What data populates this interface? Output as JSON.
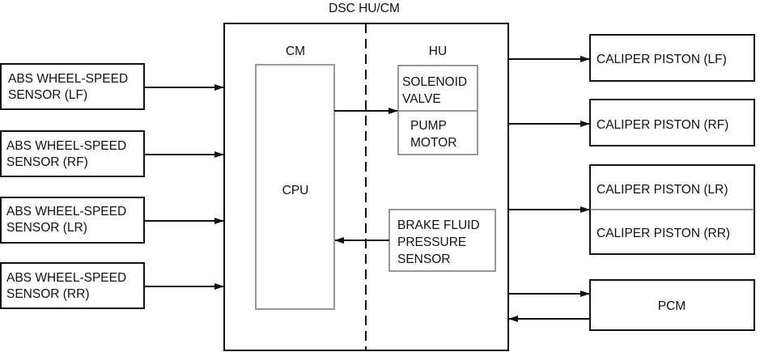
{
  "title": "DSC HU/CM",
  "main_unit": {
    "cm_label": "CM",
    "hu_label": "HU",
    "cpu_label": "CPU",
    "solenoid_valve": [
      "SOLENOID",
      "VALVE"
    ],
    "pump_motor": [
      "PUMP",
      "MOTOR"
    ],
    "brake_fluid_sensor": [
      "BRAKE FLUID",
      "PRESSURE",
      "SENSOR"
    ]
  },
  "inputs": [
    {
      "line1": "ABS WHEEL-SPEED",
      "line2": "SENSOR (LF)"
    },
    {
      "line1": "ABS WHEEL-SPEED",
      "line2": "SENSOR (RF)"
    },
    {
      "line1": "ABS WHEEL-SPEED",
      "line2": "SENSOR (LR)"
    },
    {
      "line1": "ABS WHEEL-SPEED",
      "line2": "SENSOR (RR)"
    }
  ],
  "outputs": {
    "caliper_lf": "CALIPER PISTON (LF)",
    "caliper_rf": "CALIPER PISTON (RF)",
    "caliper_lr": "CALIPER PISTON (LR)",
    "caliper_rr": "CALIPER PISTON (RR)",
    "pcm": "PCM"
  },
  "colors": {
    "line": "#111111",
    "inner_box": "#777777"
  }
}
